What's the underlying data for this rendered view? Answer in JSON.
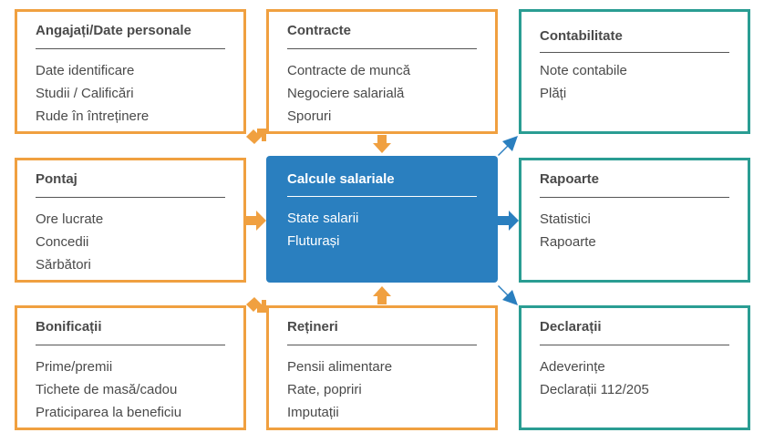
{
  "colors": {
    "input_border": "#f0a040",
    "output_border": "#2a9d93",
    "center_fill": "#2a7fbf",
    "input_arrow": "#f0a040",
    "output_arrow": "#2a7fbf"
  },
  "boxes": {
    "angajati": {
      "title": "Angajați/Date personale",
      "items": [
        "Date identificare",
        "Studii / Calificări",
        "Rude în întreținere"
      ]
    },
    "contracte": {
      "title": "Contracte",
      "items": [
        "Contracte de muncă",
        "Negociere salarială",
        "Sporuri"
      ]
    },
    "contabilitate": {
      "title": "Contabilitate",
      "items": [
        "Note contabile",
        "Plăți"
      ]
    },
    "pontaj": {
      "title": "Pontaj",
      "items": [
        "Ore lucrate",
        "Concedii",
        "Sărbători"
      ]
    },
    "calcule": {
      "title": "Calcule salariale",
      "items": [
        "State salarii",
        "Fluturași"
      ]
    },
    "rapoarte": {
      "title": "Rapoarte",
      "items": [
        "Statistici",
        "Rapoarte"
      ]
    },
    "bonificatii": {
      "title": "Bonificații",
      "items": [
        "Prime/premii",
        "Tichete de masă/cadou",
        "Praticiparea la beneficiu"
      ]
    },
    "retineri": {
      "title": "Rețineri",
      "items": [
        "Pensii alimentare",
        "Rate, popriri",
        "Imputații"
      ]
    },
    "declaratii": {
      "title": "Declarații",
      "items": [
        "Adeverințe",
        "Declarații 112/205"
      ]
    }
  }
}
